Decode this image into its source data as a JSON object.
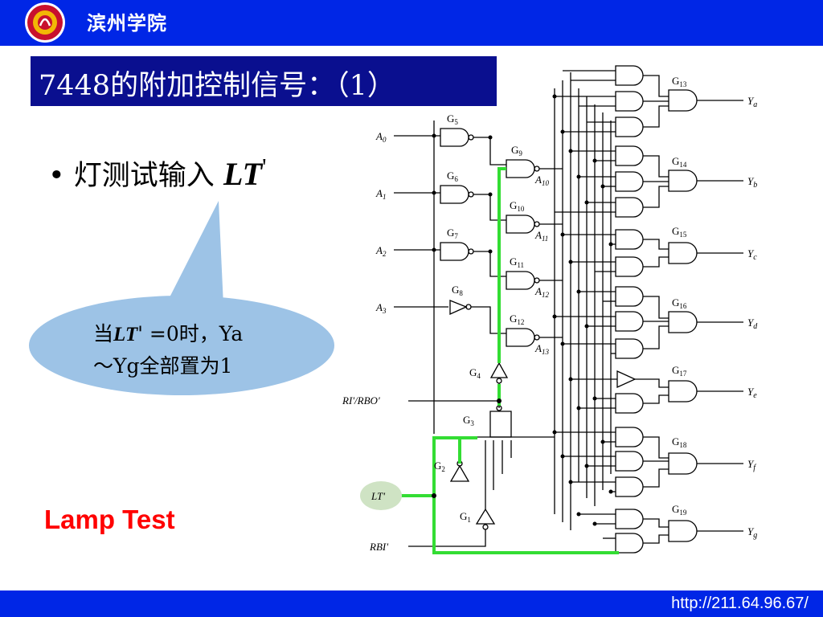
{
  "header": {
    "school_name": "滨州学院",
    "logo_icon": "university-emblem-icon"
  },
  "slide": {
    "title": "7448的附加控制信号：（1）",
    "bullet": {
      "prefix": "灯测试输入",
      "signal": "LT",
      "prime": "'"
    },
    "callout": {
      "line1_pre": "当",
      "line1_signal": "LT",
      "line1_post": "' =0时，Ya",
      "line2": "～Yg全部置为1"
    },
    "lamp_test": "Lamp Test"
  },
  "diagram": {
    "inputs": [
      {
        "label": "A",
        "sub": "0"
      },
      {
        "label": "A",
        "sub": "1"
      },
      {
        "label": "A",
        "sub": "2"
      },
      {
        "label": "A",
        "sub": "3"
      }
    ],
    "gates_left": [
      {
        "label": "G",
        "sub": "5"
      },
      {
        "label": "G",
        "sub": "6"
      },
      {
        "label": "G",
        "sub": "7"
      },
      {
        "label": "G",
        "sub": "8"
      }
    ],
    "gates_mid": [
      {
        "label": "G",
        "sub": "9",
        "out": "A",
        "out_sub": "10"
      },
      {
        "label": "G",
        "sub": "10",
        "out": "A",
        "out_sub": "11"
      },
      {
        "label": "G",
        "sub": "11",
        "out": "A",
        "out_sub": "12"
      },
      {
        "label": "G",
        "sub": "12",
        "out": "A",
        "out_sub": "13"
      }
    ],
    "gates_ctrl": [
      {
        "label": "G",
        "sub": "4"
      },
      {
        "label": "G",
        "sub": "3"
      },
      {
        "label": "G",
        "sub": "2"
      },
      {
        "label": "G",
        "sub": "1"
      }
    ],
    "ctrl_signals": {
      "ri_rbo": "RI'/RBO'",
      "lt": "LT'",
      "rbi": "RBI'"
    },
    "outputs": [
      {
        "gate": "G",
        "gate_sub": "13",
        "label": "Y",
        "sub": "a"
      },
      {
        "gate": "G",
        "gate_sub": "14",
        "label": "Y",
        "sub": "b"
      },
      {
        "gate": "G",
        "gate_sub": "15",
        "label": "Y",
        "sub": "c"
      },
      {
        "gate": "G",
        "gate_sub": "16",
        "label": "Y",
        "sub": "d"
      },
      {
        "gate": "G",
        "gate_sub": "17",
        "label": "Y",
        "sub": "e"
      },
      {
        "gate": "G",
        "gate_sub": "18",
        "label": "Y",
        "sub": "f"
      },
      {
        "gate": "G",
        "gate_sub": "19",
        "label": "Y",
        "sub": "g"
      }
    ],
    "highlight_color": "#33dd33"
  },
  "footer": {
    "url": "http://211.64.96.67/"
  }
}
